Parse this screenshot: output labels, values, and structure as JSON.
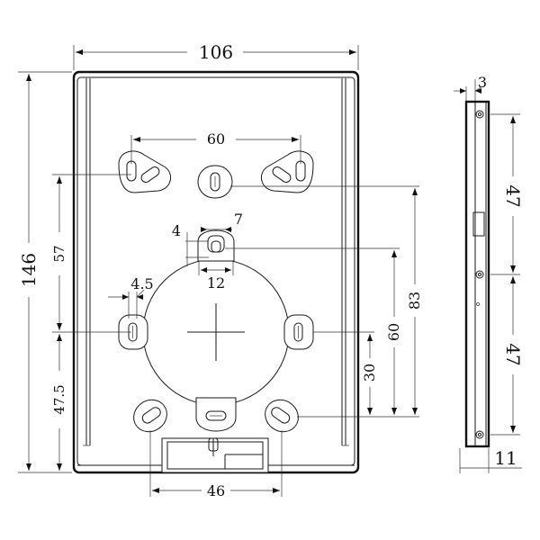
{
  "dimensions": {
    "overall_width": "106",
    "overall_height": "146",
    "top_hole_spacing": "60",
    "slot_width": "7",
    "slot_offset": "4",
    "slot_length": "12",
    "side_slot_width": "4.5",
    "upper_vertical": "57",
    "lower_vertical": "47.5",
    "right_83": "83",
    "right_60": "60",
    "right_30": "30",
    "bottom_hole_spacing": "46",
    "side_thickness": "3",
    "side_upper_spacing": "47",
    "side_lower_spacing": "47",
    "side_depth": "11"
  },
  "colors": {
    "line": "#1a1a1a",
    "background": "#ffffff"
  }
}
